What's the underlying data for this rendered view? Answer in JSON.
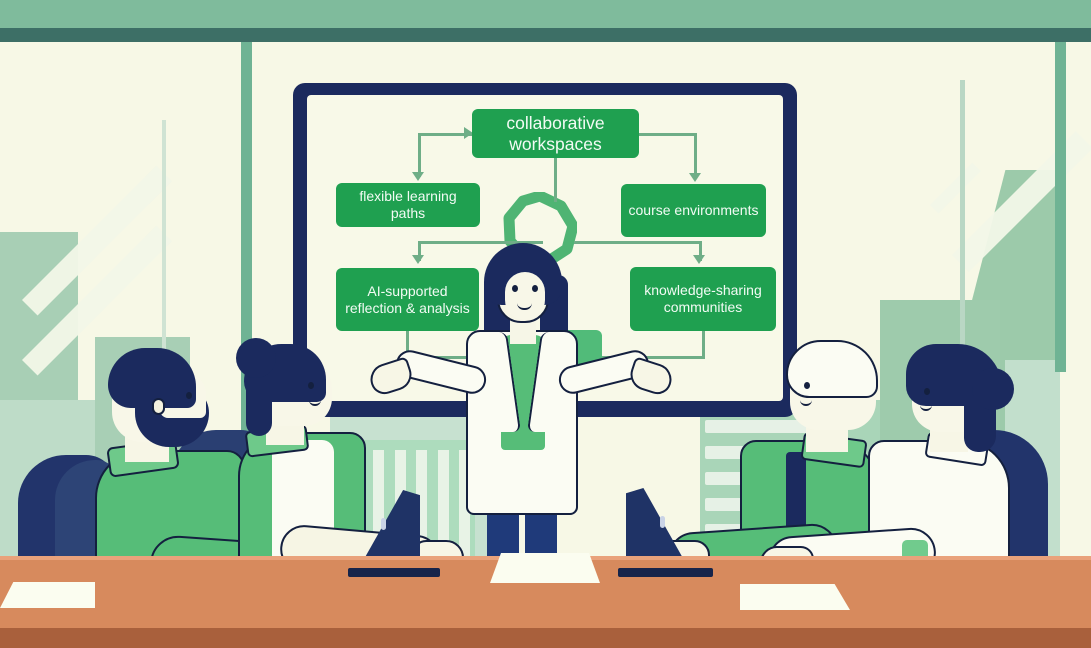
{
  "scene": {
    "title": "Collaborative workspaces presentation in a meeting room",
    "room": {
      "ceiling_color": "#7fbb9c",
      "ceiling_shadow_color": "#3d6f66",
      "wall_color": "#f7f8e6",
      "mullion_color": "#6fb394",
      "table_color": "#d78a5d",
      "table_edge_color": "#a9603c",
      "chair_color": "#22346b",
      "city_color": "#a8cfb5"
    },
    "screen": {
      "frame_color": "#1b2a5e",
      "inner_color": "#f8f9e8"
    },
    "palette": {
      "node_green": "#1fa050",
      "connector_green": "#6fae87",
      "accent_green": "#56bd78",
      "navy": "#1b2a5e",
      "skin": "#f7f6e6",
      "white": "#fbfcf3"
    }
  },
  "chart_data": {
    "type": "diagram",
    "title": "collaborative workspaces",
    "layout": "hub-and-spoke flowchart on presentation screen",
    "nodes": [
      {
        "id": "root",
        "label": "collaborative workspaces",
        "level": 0
      },
      {
        "id": "flexible",
        "label": "flexible learning paths",
        "level": 1,
        "side": "left"
      },
      {
        "id": "course",
        "label": "course environments",
        "level": 1,
        "side": "right"
      },
      {
        "id": "ai",
        "label": "AI-supported reflection & analysis",
        "level": 2,
        "side": "left"
      },
      {
        "id": "knowledge",
        "label": "knowledge-sharing communities",
        "level": 2,
        "side": "right"
      }
    ],
    "edges": [
      {
        "from": "root",
        "to": "flexible"
      },
      {
        "from": "root",
        "to": "course"
      },
      {
        "from": "root",
        "to": "center"
      },
      {
        "from": "flexible",
        "to": "ai"
      },
      {
        "from": "course",
        "to": "knowledge"
      }
    ]
  },
  "diagram": {
    "root": {
      "label": "collaborative workspaces"
    },
    "flexible": {
      "label": "flexible learning paths"
    },
    "course": {
      "label": "course environments"
    },
    "ai": {
      "label": "AI-supported reflection & analysis"
    },
    "knowledge": {
      "label": "knowledge-sharing communities"
    }
  },
  "people": {
    "presenter": {
      "name": "presenter-woman",
      "attire": "white blazer, green top, navy trousers"
    },
    "seat_1": {
      "name": "bearded-man",
      "attire": "green shirt"
    },
    "seat_2": {
      "name": "woman-with-bun",
      "attire": "green vest"
    },
    "seat_3": {
      "name": "blond-man",
      "attire": "green shirt"
    },
    "seat_4": {
      "name": "dark-haired-woman",
      "attire": "white blouse"
    }
  }
}
